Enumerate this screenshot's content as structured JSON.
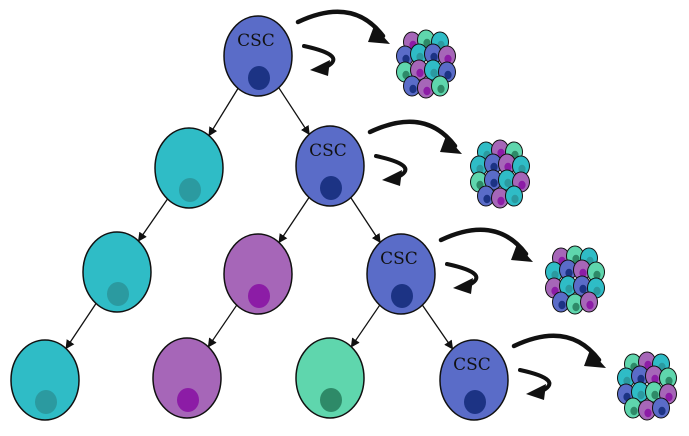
{
  "diagram": {
    "cell_label": "CSC",
    "colors": {
      "stem": "#5a6cc8",
      "stem_nucleus": "#1c3384",
      "teal": "#2fbcc6",
      "teal_nucleus": "#2b9aa0",
      "purple": "#a666b8",
      "purple_nucleus": "#8c1ca6",
      "green": "#5fd6ad",
      "green_nucleus": "#2e8a68",
      "outline": "#111111"
    },
    "nodes": [
      {
        "id": "csc-1",
        "kind": "stem",
        "label": "CSC"
      },
      {
        "id": "csc-2",
        "kind": "stem",
        "label": "CSC"
      },
      {
        "id": "csc-3",
        "kind": "stem",
        "label": "CSC"
      },
      {
        "id": "csc-4",
        "kind": "stem",
        "label": "CSC"
      },
      {
        "id": "teal-a",
        "kind": "teal"
      },
      {
        "id": "teal-b",
        "kind": "teal"
      },
      {
        "id": "teal-c",
        "kind": "teal"
      },
      {
        "id": "purple-a",
        "kind": "purple"
      },
      {
        "id": "purple-b",
        "kind": "purple"
      },
      {
        "id": "green-a",
        "kind": "green"
      }
    ],
    "edges": [
      [
        "csc-1",
        "teal-a"
      ],
      [
        "csc-1",
        "csc-2"
      ],
      [
        "teal-a",
        "teal-b"
      ],
      [
        "teal-b",
        "teal-c"
      ],
      [
        "csc-2",
        "purple-a"
      ],
      [
        "csc-2",
        "csc-3"
      ],
      [
        "purple-a",
        "purple-b"
      ],
      [
        "csc-3",
        "green-a"
      ],
      [
        "csc-3",
        "csc-4"
      ]
    ],
    "tumor_clusters": 4
  }
}
